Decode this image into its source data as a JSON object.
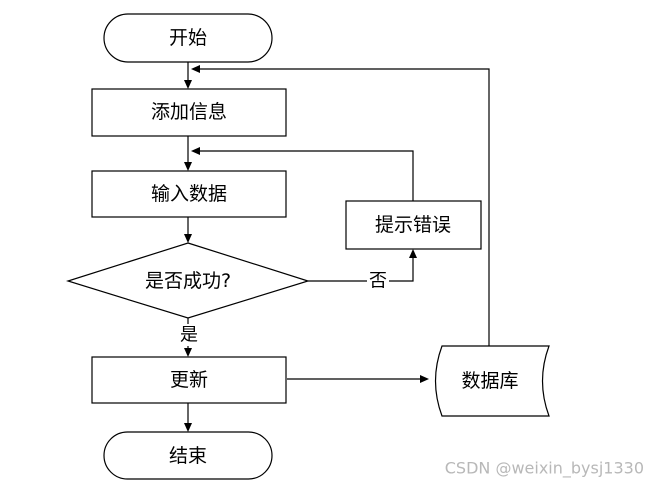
{
  "nodes": {
    "start": "开始",
    "add_info": "添加信息",
    "input_data": "输入数据",
    "decision": "是否成功?",
    "error_prompt": "提示错误",
    "update": "更新",
    "database": "数据库",
    "end": "结束"
  },
  "edge_labels": {
    "yes": "是",
    "no": "否"
  },
  "watermark": "CSDN @weixin_bysj1330"
}
